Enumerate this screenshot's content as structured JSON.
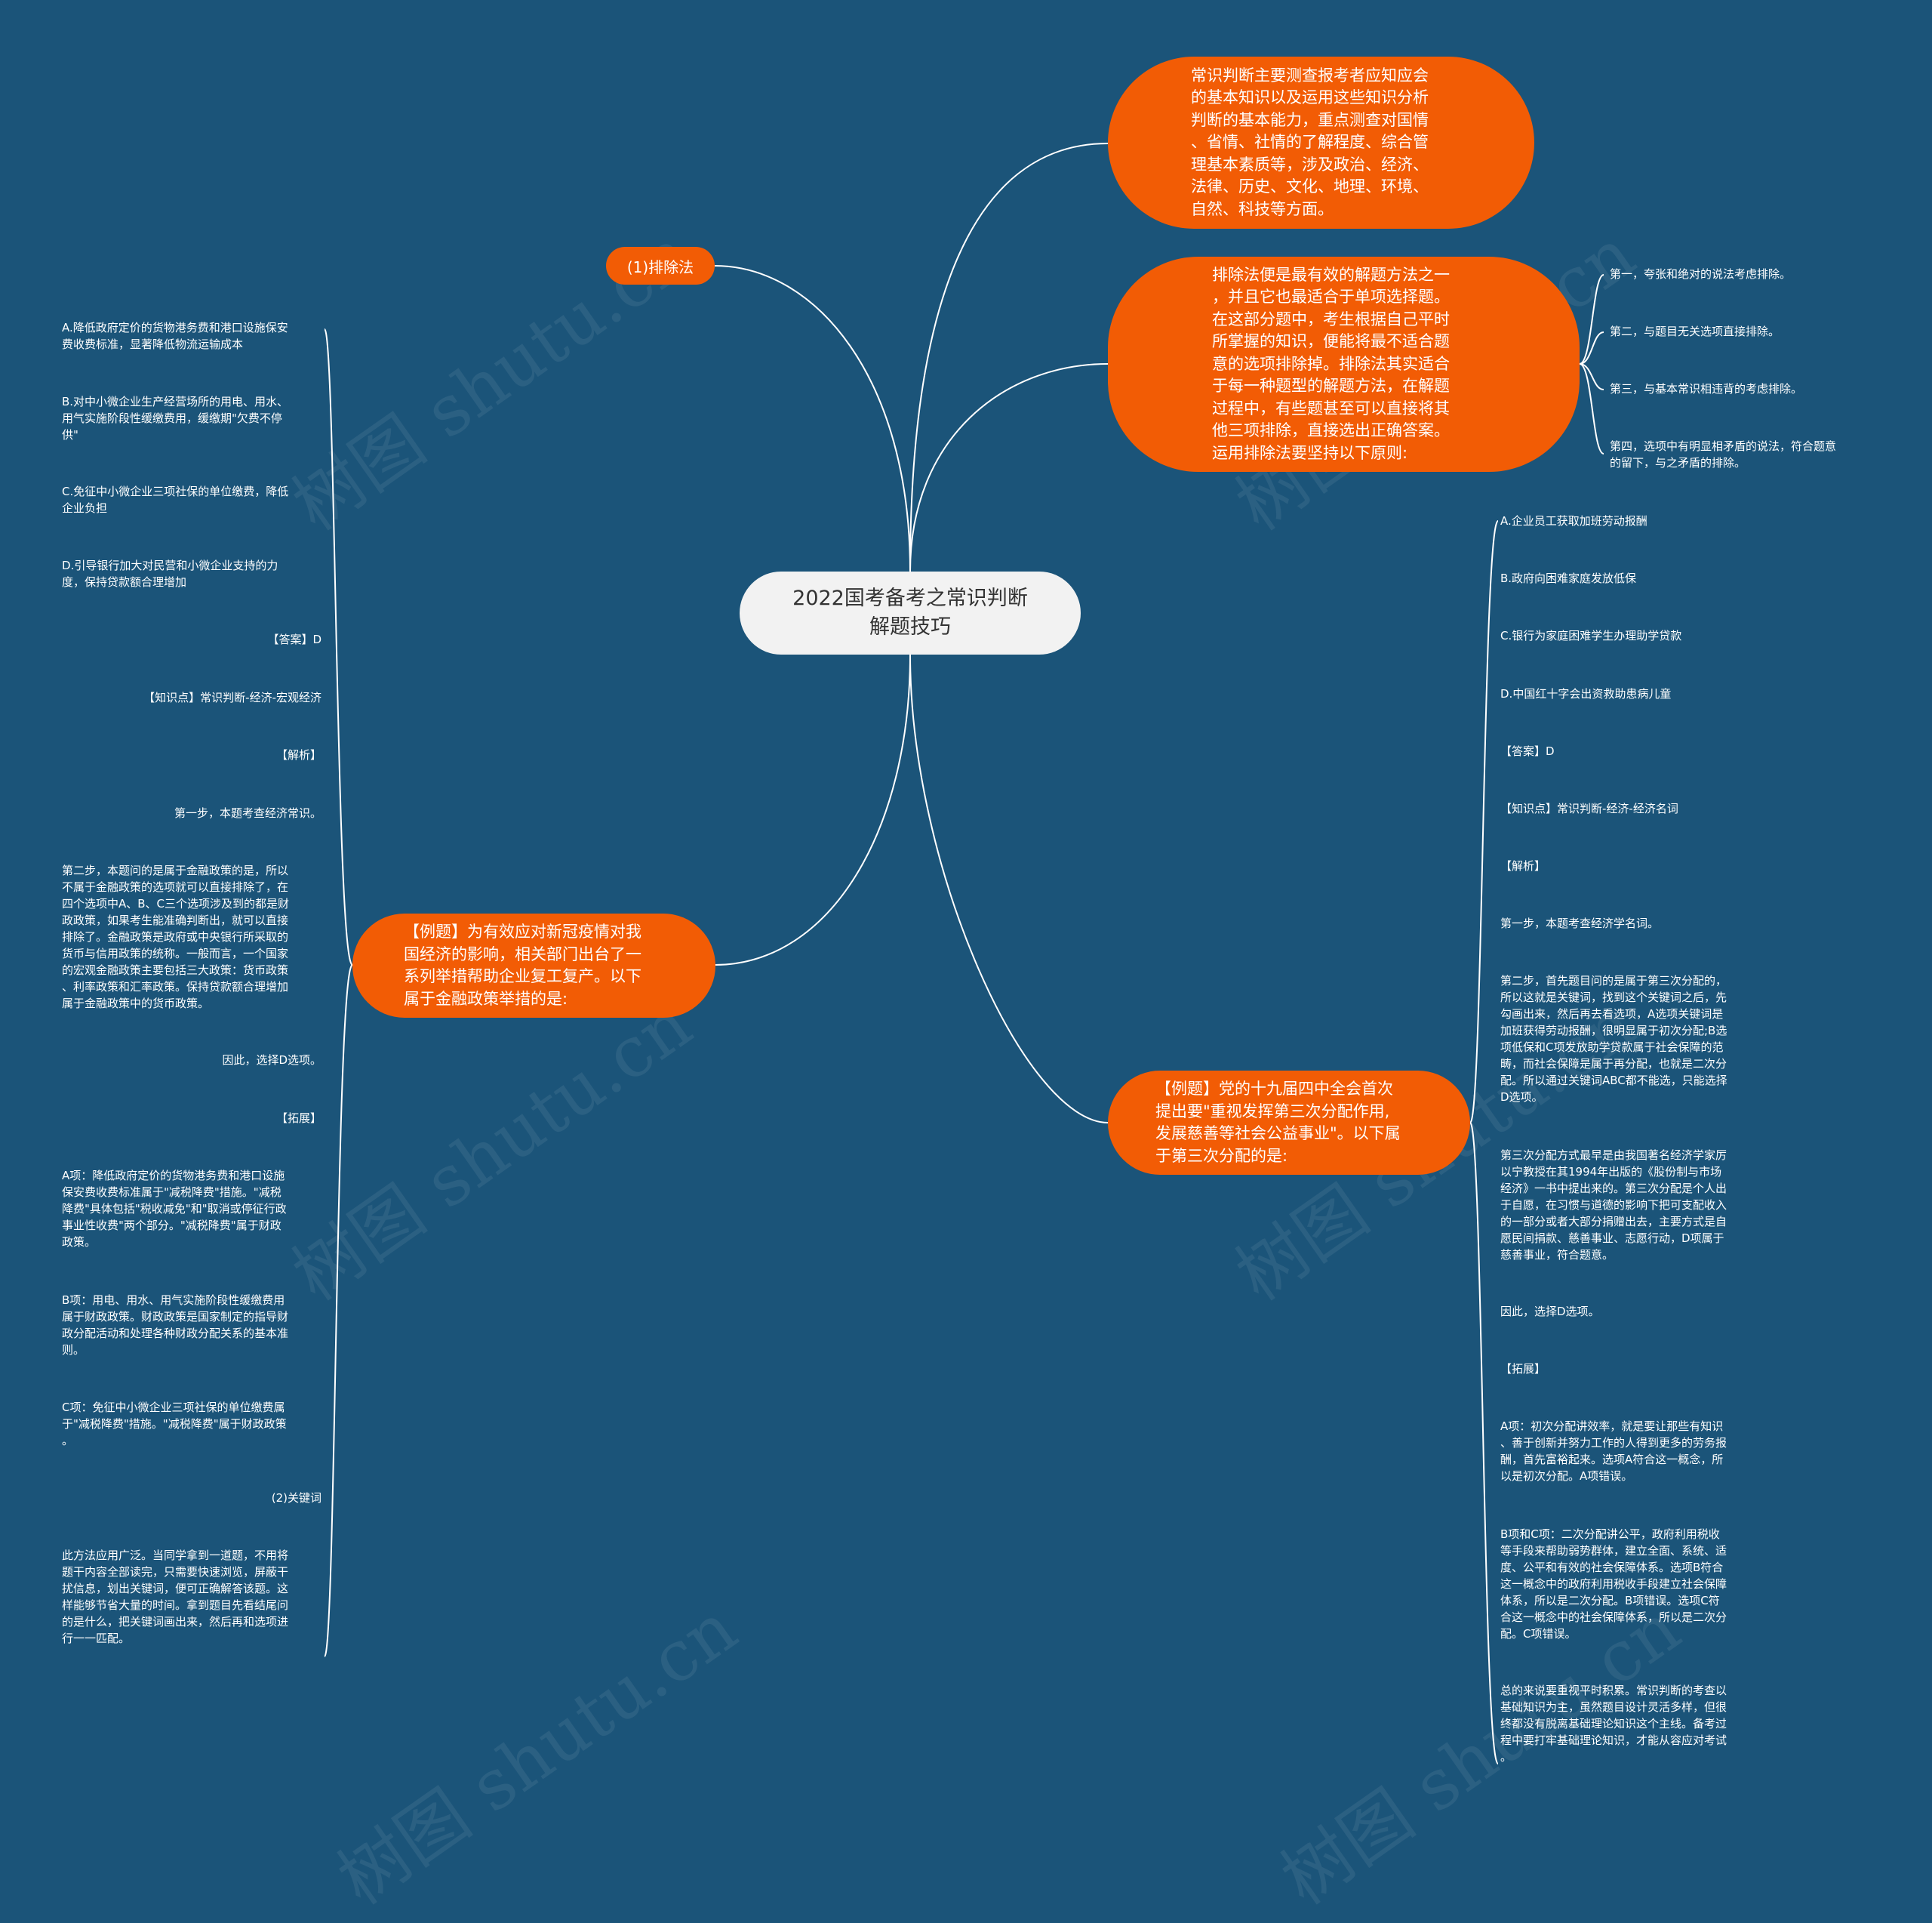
{
  "center": "2022国考备考之常识判断\n解题技巧",
  "intro": "常识判断主要测查报考者应知应会\n的基本知识以及运用这些知识分析\n判断的基本能力，重点测查对国情\n、省情、社情的了解程度、综合管\n理基本素质等，涉及政治、经济、\n法律、历史、文化、地理、环境、\n自然、科技等方面。",
  "elimination": {
    "label": "(1)排除法",
    "desc": "排除法便是最有效的解题方法之一\n，并且它也最适合于单项选择题。\n在这部分题中，考生根据自己平时\n所掌握的知识，便能将最不适合题\n意的选项排除掉。排除法其实适合\n于每一种题型的解题方法，在解题\n过程中，有些题甚至可以直接将其\n他三项排除，直接选出正确答案。\n运用排除法要坚持以下原则:",
    "principles": [
      "第一，夸张和绝对的说法考虑排除。",
      "第二，与题目无关选项直接排除。",
      "第三，与基本常识相违背的考虑排除。",
      "第四，选项中有明显相矛盾的说法，符合题意\n的留下，与之矛盾的排除。"
    ]
  },
  "example1": {
    "question": "【例题】为有效应对新冠疫情对我\n国经济的影响，相关部门出台了一\n系列举措帮助企业复工复产。以下\n属于金融政策举措的是:",
    "items": [
      "A.降低政府定价的货物港务费和港口设施保安\n费收费标准，显著降低物流运输成本",
      "B.对中小微企业生产经营场所的用电、用水、\n用气实施阶段性缓缴费用，缓缴期\"欠费不停\n供\"",
      "C.免征中小微企业三项社保的单位缴费，降低\n企业负担",
      "D.引导银行加大对民营和小微企业支持的力\n度，保持贷款额合理增加",
      "【答案】D",
      "【知识点】常识判断-经济-宏观经济",
      "【解析】",
      "第一步，本题考查经济常识。",
      "第二步，本题问的是属于金融政策的是，所以\n不属于金融政策的选项就可以直接排除了，在\n四个选项中A、B、C三个选项涉及到的都是财\n政政策，如果考生能准确判断出，就可以直接\n排除了。金融政策是政府或中央银行所采取的\n货币与信用政策的统称。一般而言，一个国家\n的宏观金融政策主要包括三大政策：货币政策\n、利率政策和汇率政策。保持贷款额合理增加\n属于金融政策中的货币政策。",
      "因此，选择D选项。",
      "【拓展】",
      "A项：降低政府定价的货物港务费和港口设施\n保安费收费标准属于\"减税降费\"措施。\"减税\n降费\"具体包括\"税收减免\"和\"取消或停征行政\n事业性收费\"两个部分。\"减税降费\"属于财政\n政策。",
      "B项：用电、用水、用气实施阶段性缓缴费用\n属于财政政策。财政政策是国家制定的指导财\n政分配活动和处理各种财政分配关系的基本准\n则。",
      "C项：免征中小微企业三项社保的单位缴费属\n于\"减税降费\"措施。\"减税降费\"属于财政政策\n。",
      "(2)关键词",
      "此方法应用广泛。当同学拿到一道题，不用将\n题干内容全部读完，只需要快速浏览，屏蔽干\n扰信息，划出关键词，便可正确解答该题。这\n样能够节省大量的时间。拿到题目先看结尾问\n的是什么，把关键词画出来，然后再和选项进\n行一一匹配。"
    ]
  },
  "example2": {
    "question": "【例题】党的十九届四中全会首次\n提出要\"重视发挥第三次分配作用,\n发展慈善等社会公益事业\"。以下属\n于第三次分配的是:",
    "items": [
      "A.企业员工获取加班劳动报酬",
      "B.政府向困难家庭发放低保",
      "C.银行为家庭困难学生办理助学贷款",
      "D.中国红十字会出资救助患病儿童",
      "【答案】D",
      "【知识点】常识判断-经济-经济名词",
      "【解析】",
      "第一步，本题考查经济学名词。",
      "第二步，首先题目问的是属于第三次分配的，\n所以这就是关键词，找到这个关键词之后，先\n勾画出来，然后再去看选项，A选项关键词是\n加班获得劳动报酬，很明显属于初次分配;B选\n项低保和C项发放助学贷款属于社会保障的范\n畴，而社会保障是属于再分配，也就是二次分\n配。所以通过关键词ABC都不能选，只能选择\nD选项。",
      "第三次分配方式最早是由我国著名经济学家厉\n以宁教授在其1994年出版的《股份制与市场\n经济》一书中提出来的。第三次分配是个人出\n于自愿，在习惯与道德的影响下把可支配收入\n的一部分或者大部分捐赠出去，主要方式是自\n愿民间捐款、慈善事业、志愿行动，D项属于\n慈善事业，符合题意。",
      "因此，选择D选项。",
      "【拓展】",
      "A项：初次分配讲效率，就是要让那些有知识\n、善于创新并努力工作的人得到更多的劳务报\n酬，首先富裕起来。选项A符合这一概念，所\n以是初次分配。A项错误。",
      "B项和C项：二次分配讲公平，政府利用税收\n等手段来帮助弱势群体，建立全面、系统、适\n度、公平和有效的社会保障体系。选项B符合\n这一概念中的政府利用税收手段建立社会保障\n体系，所以是二次分配。B项错误。选项C符\n合这一概念中的社会保障体系，所以是二次分\n配。C项错误。",
      "总的来说要重视平时积累。常识判断的考查以\n基础知识为主，虽然题目设计灵活多样，但很\n终都没有脱离基础理论知识这个主线。备考过\n程中要打牢基础理论知识，才能从容应对考试\n。"
    ]
  },
  "watermark": "树图 shutu.cn",
  "colors": {
    "background": "#1b5479",
    "node": "#f25c05",
    "center": "#f2f2f2",
    "line": "#ffffff"
  }
}
